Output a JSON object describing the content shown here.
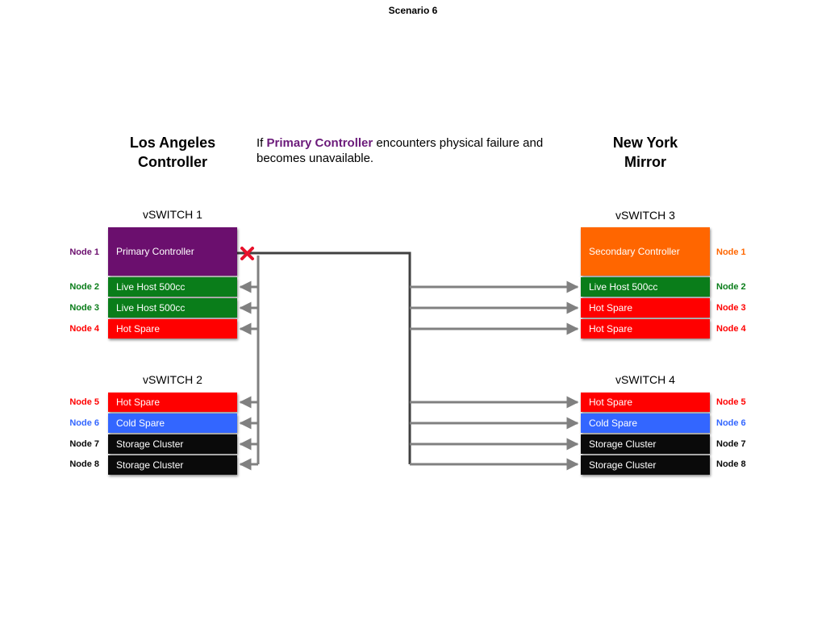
{
  "title": "Scenario 6",
  "left_site": {
    "line1": "Los Angeles",
    "line2": "Controller"
  },
  "right_site": {
    "line1": "New York",
    "line2": "Mirror"
  },
  "description": {
    "prefix": "If ",
    "highlight": "Primary Controller",
    "suffix": " encounters physical failure and becomes unavailable."
  },
  "colors": {
    "purple": "#6b0f6e",
    "orange": "#ff6600",
    "green": "#0a7d1a",
    "red": "#ff0000",
    "blue": "#3366ff",
    "black": "#0a0a0a",
    "failure": "#e8102a",
    "line": "#808080"
  },
  "groups": {
    "vs1": {
      "label": "vSWITCH 1",
      "rows": [
        {
          "node": "Node 1",
          "text": "Primary Controller",
          "color": "#6b0f6e"
        },
        {
          "node": "Node 2",
          "text": "Live Host 500cc",
          "color": "#0a7d1a"
        },
        {
          "node": "Node 3",
          "text": "Live Host 500cc",
          "color": "#0a7d1a"
        },
        {
          "node": "Node 4",
          "text": "Hot Spare",
          "color": "#ff0000"
        }
      ]
    },
    "vs2": {
      "label": "vSWITCH 2",
      "rows": [
        {
          "node": "Node 5",
          "text": "Hot Spare",
          "color": "#ff0000"
        },
        {
          "node": "Node 6",
          "text": "Cold Spare",
          "color": "#3366ff"
        },
        {
          "node": "Node 7",
          "text": "Storage Cluster",
          "color": "#0a0a0a"
        },
        {
          "node": "Node 8",
          "text": "Storage Cluster",
          "color": "#0a0a0a"
        }
      ]
    },
    "vs3": {
      "label": "vSWITCH 3",
      "rows": [
        {
          "node": "Node 1",
          "text": "Secondary Controller",
          "color": "#ff6600"
        },
        {
          "node": "Node 2",
          "text": "Live Host 500cc",
          "color": "#0a7d1a"
        },
        {
          "node": "Node 3",
          "text": "Hot Spare",
          "color": "#ff0000"
        },
        {
          "node": "Node 4",
          "text": "Hot Spare",
          "color": "#ff0000"
        }
      ]
    },
    "vs4": {
      "label": "vSWITCH 4",
      "rows": [
        {
          "node": "Node 5",
          "text": "Hot Spare",
          "color": "#ff0000"
        },
        {
          "node": "Node 6",
          "text": "Cold Spare",
          "color": "#3366ff"
        },
        {
          "node": "Node 7",
          "text": "Storage Cluster",
          "color": "#0a0a0a"
        },
        {
          "node": "Node 8",
          "text": "Storage Cluster",
          "color": "#0a0a0a"
        }
      ]
    }
  },
  "failure_marker": "x-icon"
}
